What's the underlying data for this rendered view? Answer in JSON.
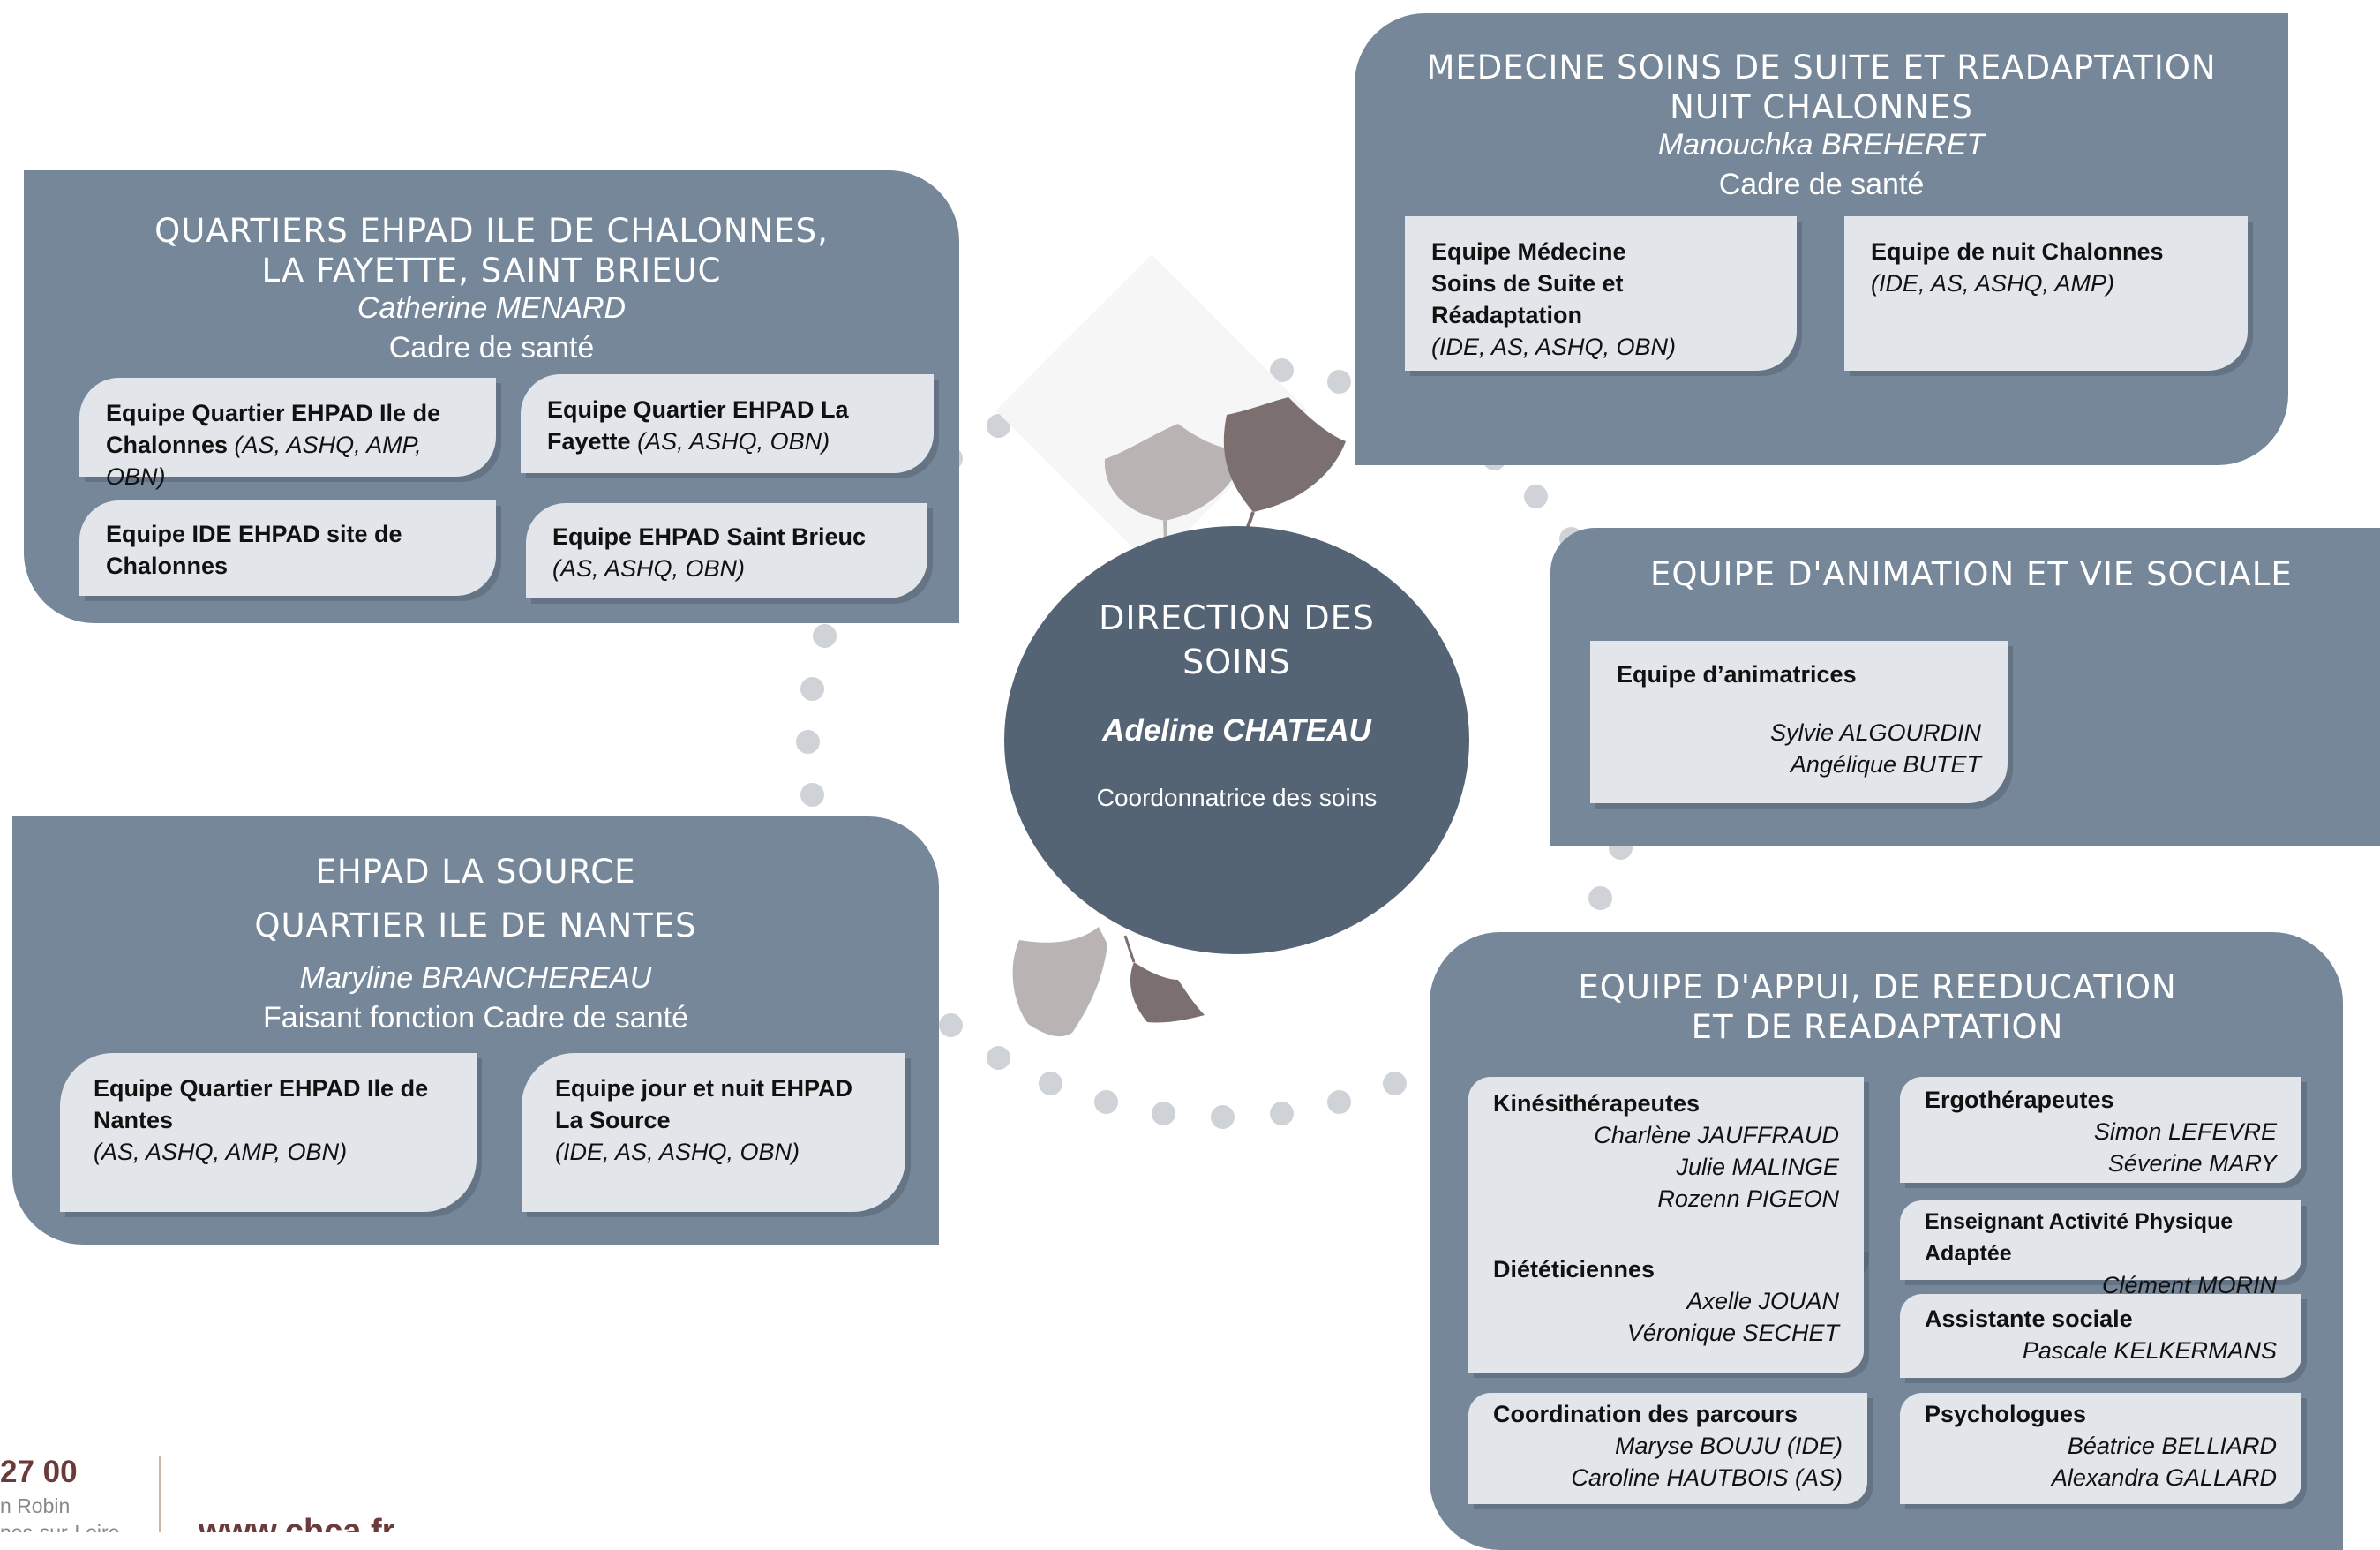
{
  "center": {
    "title_line1": "DIRECTION DES",
    "title_line2": "SOINS",
    "name": "Adeline CHATEAU",
    "role": "Coordonnatrice des soins"
  },
  "quartiers": {
    "title_line1": "QUARTIERS EHPAD ILE DE CHALONNES,",
    "title_line2": "LA FAYETTE, SAINT BRIEUC",
    "name": "Catherine MENARD",
    "role": "Cadre de santé",
    "cards": [
      {
        "title1": "Equipe Quartier EHPAD Ile de",
        "title2": "Chalonnes",
        "sub": "(AS, ASHQ, AMP, OBN)"
      },
      {
        "title1": "Equipe Quartier EHPAD La",
        "title2": "Fayette",
        "sub": "(AS, ASHQ, OBN)"
      },
      {
        "title1": "Equipe IDE EHPAD site de",
        "title2": "Chalonnes"
      },
      {
        "title1": "Equipe EHPAD Saint Brieuc",
        "sub": "(AS, ASHQ, OBN)"
      }
    ]
  },
  "medecine": {
    "title_line1": "MEDECINE SOINS DE SUITE ET READAPTATION",
    "title_line2": "NUIT CHALONNES",
    "name": "Manouchka BREHERET",
    "role": "Cadre de santé",
    "cards": [
      {
        "title1": "Equipe Médecine",
        "title2": "Soins de Suite et Réadaptation",
        "sub": "(IDE, AS, ASHQ, OBN)"
      },
      {
        "title1": "Equipe de nuit Chalonnes",
        "sub": "(IDE, AS, ASHQ, AMP)"
      }
    ]
  },
  "animation": {
    "title": "EQUIPE D'ANIMATION ET VIE SOCIALE",
    "card_title": "Equipe d’animatrices",
    "members": [
      "Sylvie ALGOURDIN",
      "Angélique BUTET"
    ]
  },
  "source": {
    "title_line1": "EHPAD LA SOURCE",
    "title_line2": "QUARTIER ILE DE NANTES",
    "name": "Maryline BRANCHEREAU",
    "role": "Faisant fonction Cadre de santé",
    "cards": [
      {
        "title1": "Equipe Quartier EHPAD Ile de",
        "title2": "Nantes",
        "sub": "(AS, ASHQ, AMP, OBN)"
      },
      {
        "title1": "Equipe jour et nuit EHPAD",
        "title2": "La Source",
        "sub": "(IDE, AS, ASHQ, OBN)"
      }
    ]
  },
  "appui": {
    "title_line1": "EQUIPE D'APPUI, DE REEDUCATION",
    "title_line2": "ET DE READAPTATION",
    "cards": [
      {
        "title": "Kinésithérapeutes",
        "members": [
          "Charlène JAUFFRAUD",
          "Julie MALINGE",
          "Rozenn PIGEON"
        ]
      },
      {
        "title": "Diététiciennes",
        "members": [
          "Axelle JOUAN",
          "Véronique SECHET"
        ]
      },
      {
        "title": "Coordination des parcours",
        "members": [
          "Maryse BOUJU (IDE)",
          "Caroline HAUTBOIS (AS)"
        ]
      },
      {
        "title": "Ergothérapeutes",
        "members": [
          "Simon LEFEVRE",
          "Séverine MARY"
        ]
      },
      {
        "title": "Enseignant Activité Physique Adaptée",
        "members": [
          "Clément MORIN"
        ]
      },
      {
        "title": "Assistante sociale",
        "members": [
          "Pascale KELKERMANS"
        ]
      },
      {
        "title": "Psychologues",
        "members": [
          "Béatrice BELLIARD",
          "Alexandra GALLARD"
        ]
      }
    ]
  },
  "footer": {
    "phone_fragment": "27 00",
    "line1": "n Robin",
    "line2": "nes-sur-Loire",
    "website": "www.chca.fr"
  },
  "colors": {
    "panel": "#76879a",
    "center": "#546474",
    "card": "#e2e6ea",
    "dots": "#cfd2d6",
    "leaf_light": "#b9b4b3",
    "leaf_dark": "#7b6f70"
  }
}
